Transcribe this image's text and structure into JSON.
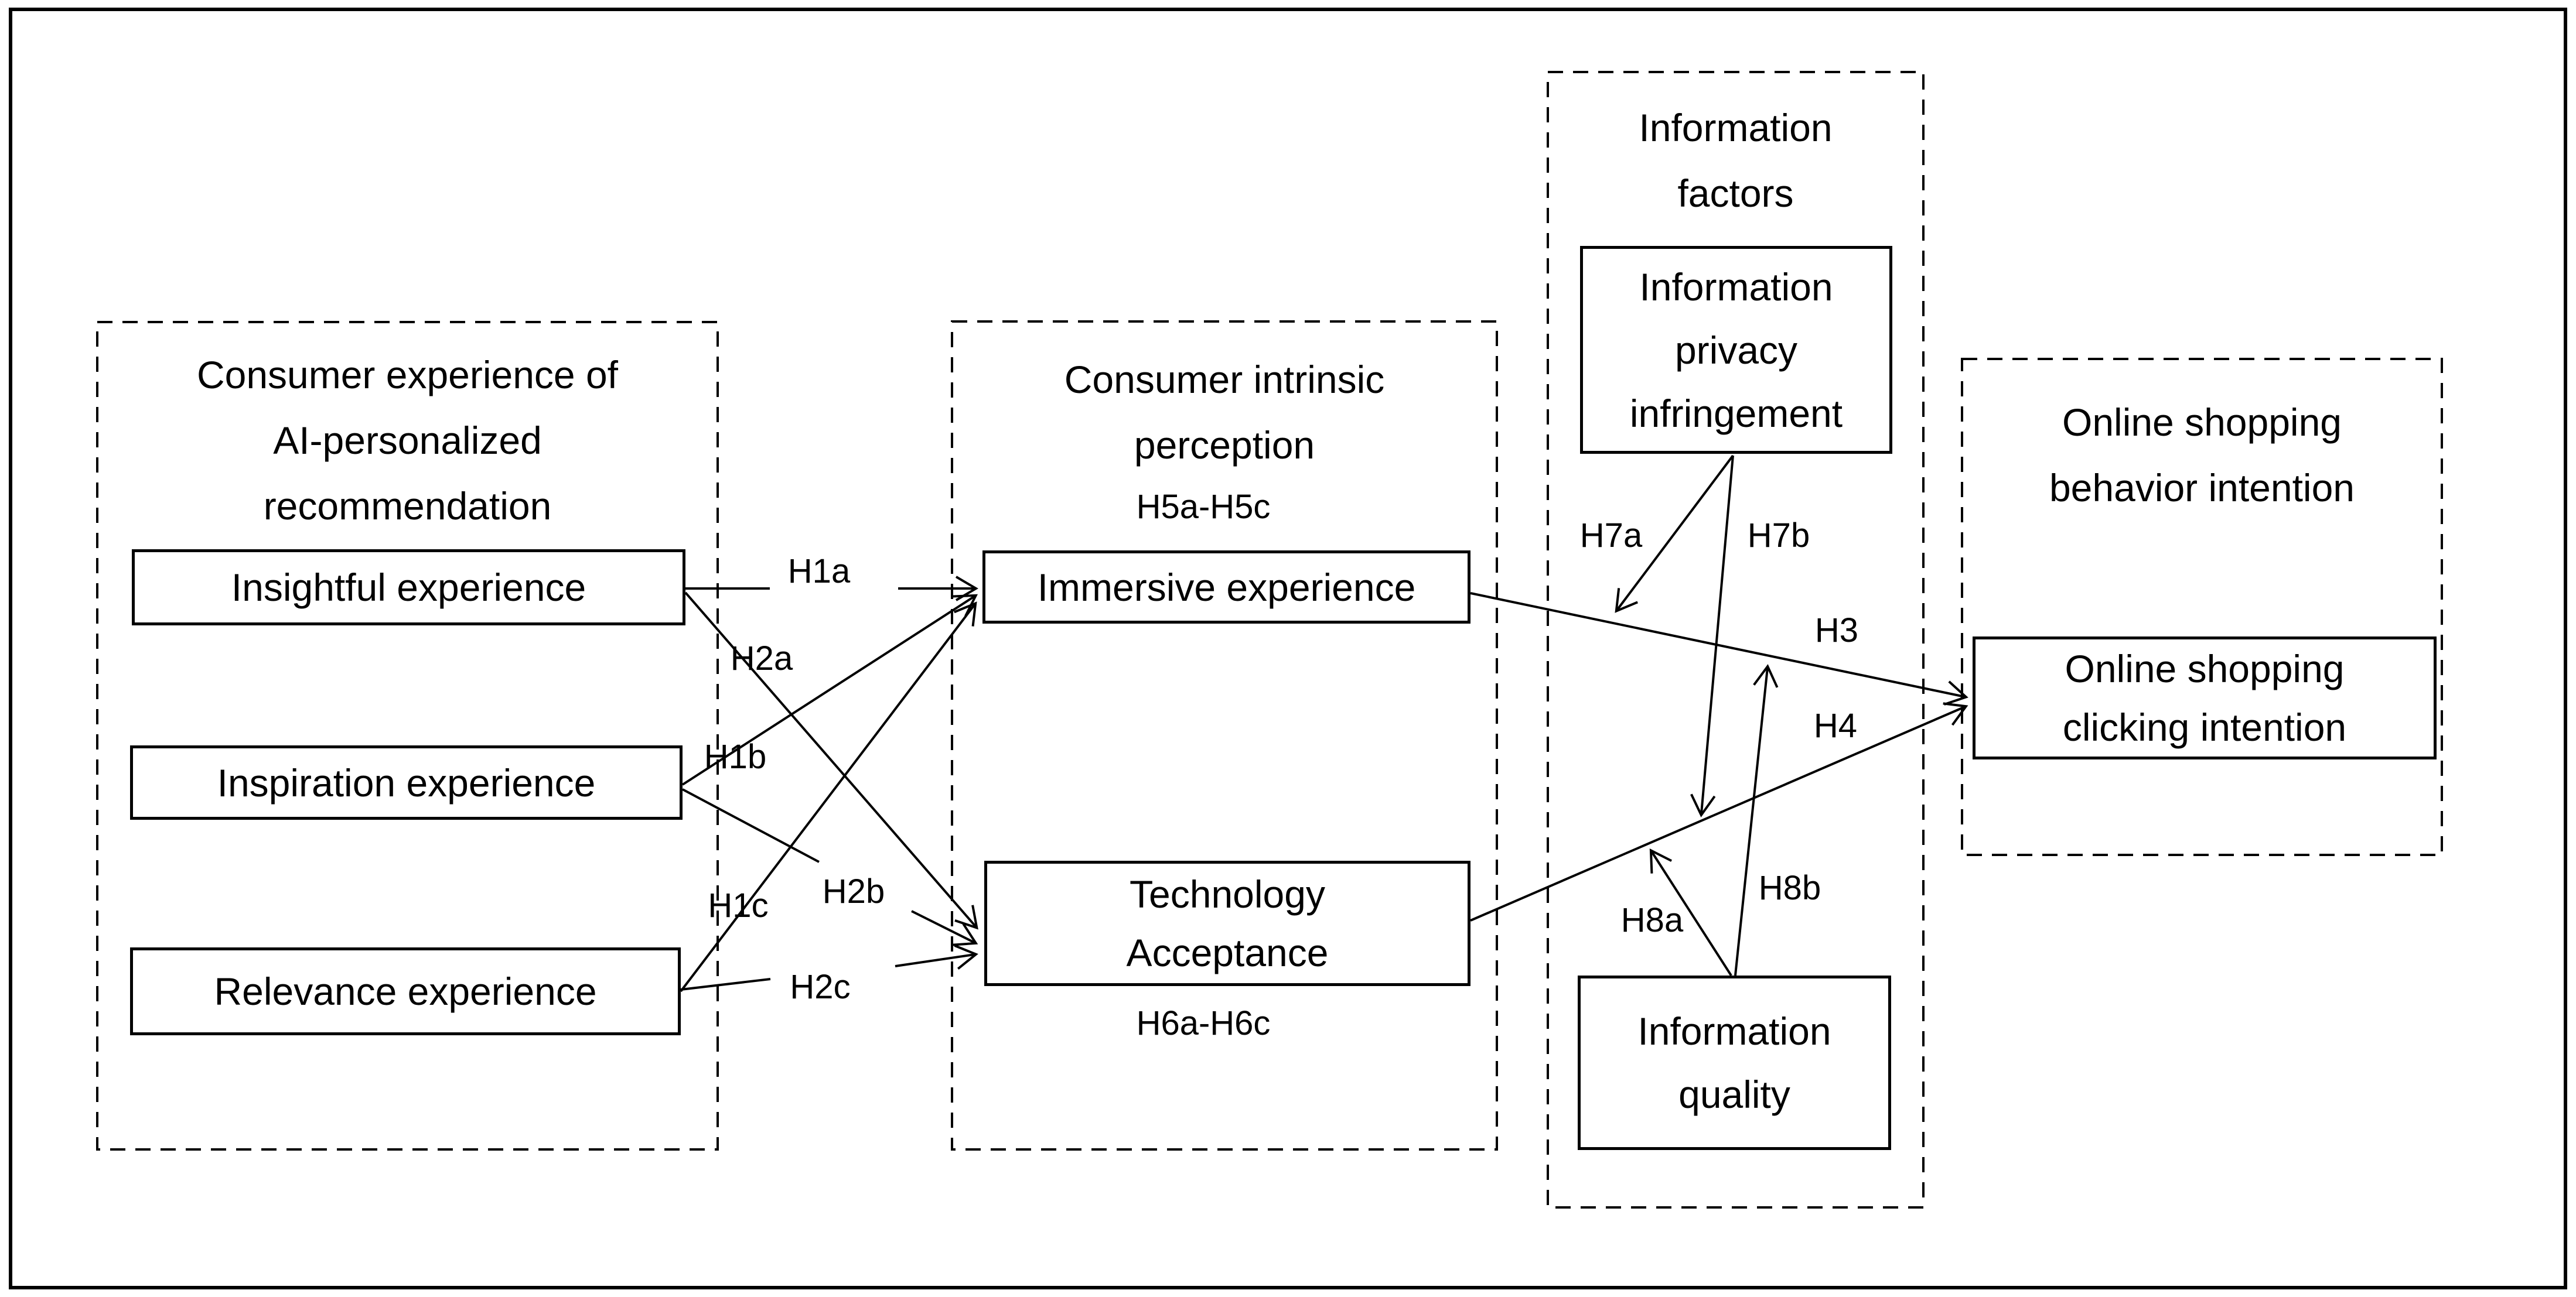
{
  "colors": {
    "ink": "#000000",
    "background": "#ffffff"
  },
  "diagram": {
    "groups": {
      "experience": {
        "line1": "Consumer experience of",
        "line2": "AI-personalized",
        "line3": "recommendation"
      },
      "perception": {
        "line1": "Consumer intrinsic",
        "line2": "perception"
      },
      "information": {
        "line1": "Information",
        "line2": "factors"
      },
      "behavior": {
        "line1": "Online shopping",
        "line2": "behavior intention"
      }
    },
    "nodes": {
      "insightful": {
        "line1": "Insightful experience"
      },
      "inspiration": {
        "line1": "Inspiration experience"
      },
      "relevance": {
        "line1": "Relevance experience"
      },
      "immersive": {
        "line1": "Immersive experience"
      },
      "technology": {
        "line1": "Technology",
        "line2": "Acceptance"
      },
      "privacy": {
        "line1": "Information",
        "line2": "privacy",
        "line3": "infringement"
      },
      "quality": {
        "line1": "Information",
        "line2": "quality"
      },
      "clicking": {
        "line1": "Online shopping",
        "line2": "clicking intention"
      }
    },
    "labels": {
      "h1a": "H1a",
      "h1b": "H1b",
      "h1c": "H1c",
      "h2a": "H2a",
      "h2b": "H2b",
      "h2c": "H2c",
      "h3": "H3",
      "h4": "H4",
      "h5": "H5a-H5c",
      "h6": "H6a-H6c",
      "h7a": "H7a",
      "h7b": "H7b",
      "h8a": "H8a",
      "h8b": "H8b"
    },
    "edges": [
      {
        "id": "H1a",
        "from": "Insightful experience",
        "to": "Immersive experience"
      },
      {
        "id": "H1b",
        "from": "Inspiration experience",
        "to": "Immersive experience"
      },
      {
        "id": "H1c",
        "from": "Relevance experience",
        "to": "Immersive experience"
      },
      {
        "id": "H2a",
        "from": "Insightful experience",
        "to": "Technology Acceptance"
      },
      {
        "id": "H2b",
        "from": "Inspiration experience",
        "to": "Technology Acceptance"
      },
      {
        "id": "H2c",
        "from": "Relevance experience",
        "to": "Technology Acceptance"
      },
      {
        "id": "H3",
        "from": "Immersive experience",
        "to": "Online shopping clicking intention"
      },
      {
        "id": "H4",
        "from": "Technology Acceptance",
        "to": "Online shopping clicking intention"
      },
      {
        "id": "H5a-H5c",
        "note": "label above Immersive experience"
      },
      {
        "id": "H6a-H6c",
        "note": "label below Technology Acceptance"
      },
      {
        "id": "H7a",
        "from": "Information privacy infringement",
        "to": "H3 path (moderation)"
      },
      {
        "id": "H7b",
        "from": "Information privacy infringement",
        "to": "H4 path (moderation)"
      },
      {
        "id": "H8a",
        "from": "Information quality",
        "to": "H4 path (moderation)"
      },
      {
        "id": "H8b",
        "from": "Information quality",
        "to": "H3 path (moderation)"
      }
    ]
  }
}
